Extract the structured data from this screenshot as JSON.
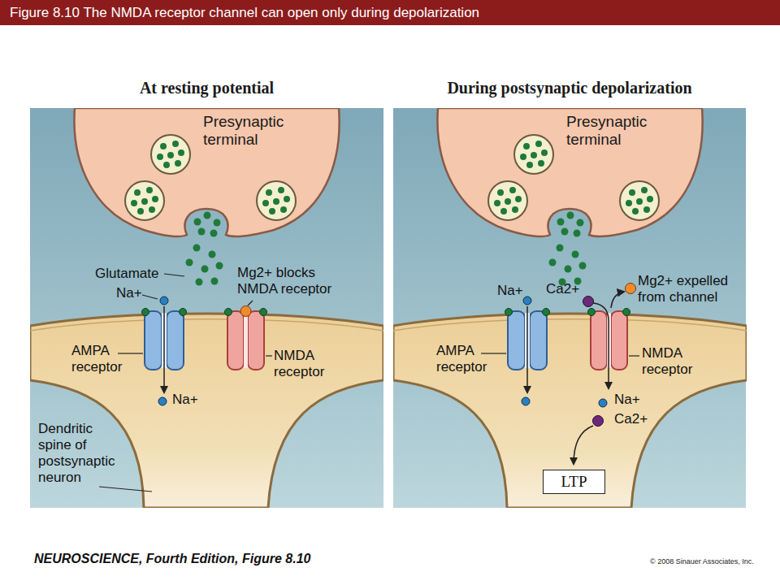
{
  "diagram": {
    "title": "Figure 8.10 The NMDA receptor channel can open only during depolarization",
    "nodes": [
      {
        "text": [
          "At resting potential"
        ]
      },
      {
        "text": [
          "Presynaptic terminal"
        ],
        "in": 0
      },
      {
        "text": [
          "During postsynaptic depolarization"
        ]
      },
      {
        "text": [
          "Presynaptic terminal"
        ],
        "in": 2
      },
      {
        "text": [
          "LTP"
        ],
        "in": 2
      }
    ],
    "labels": [
      "Glutamate",
      "Mg2+ blocks NMDA receptor",
      "Na+",
      "AMPA receptor",
      "NMDA receptor",
      "Na+",
      "Dendritic spine of postsynaptic neuron",
      "Na+",
      "Ca2+",
      "Mg2+ expelled from channel",
      "AMPA receptor",
      "NMDA receptor",
      "Na+",
      "Ca2+",
      "NEUROSCIENCE, Fourth Edition, Figure 8.10",
      "© 2008 Sinauer Associates, Inc."
    ]
  }
}
